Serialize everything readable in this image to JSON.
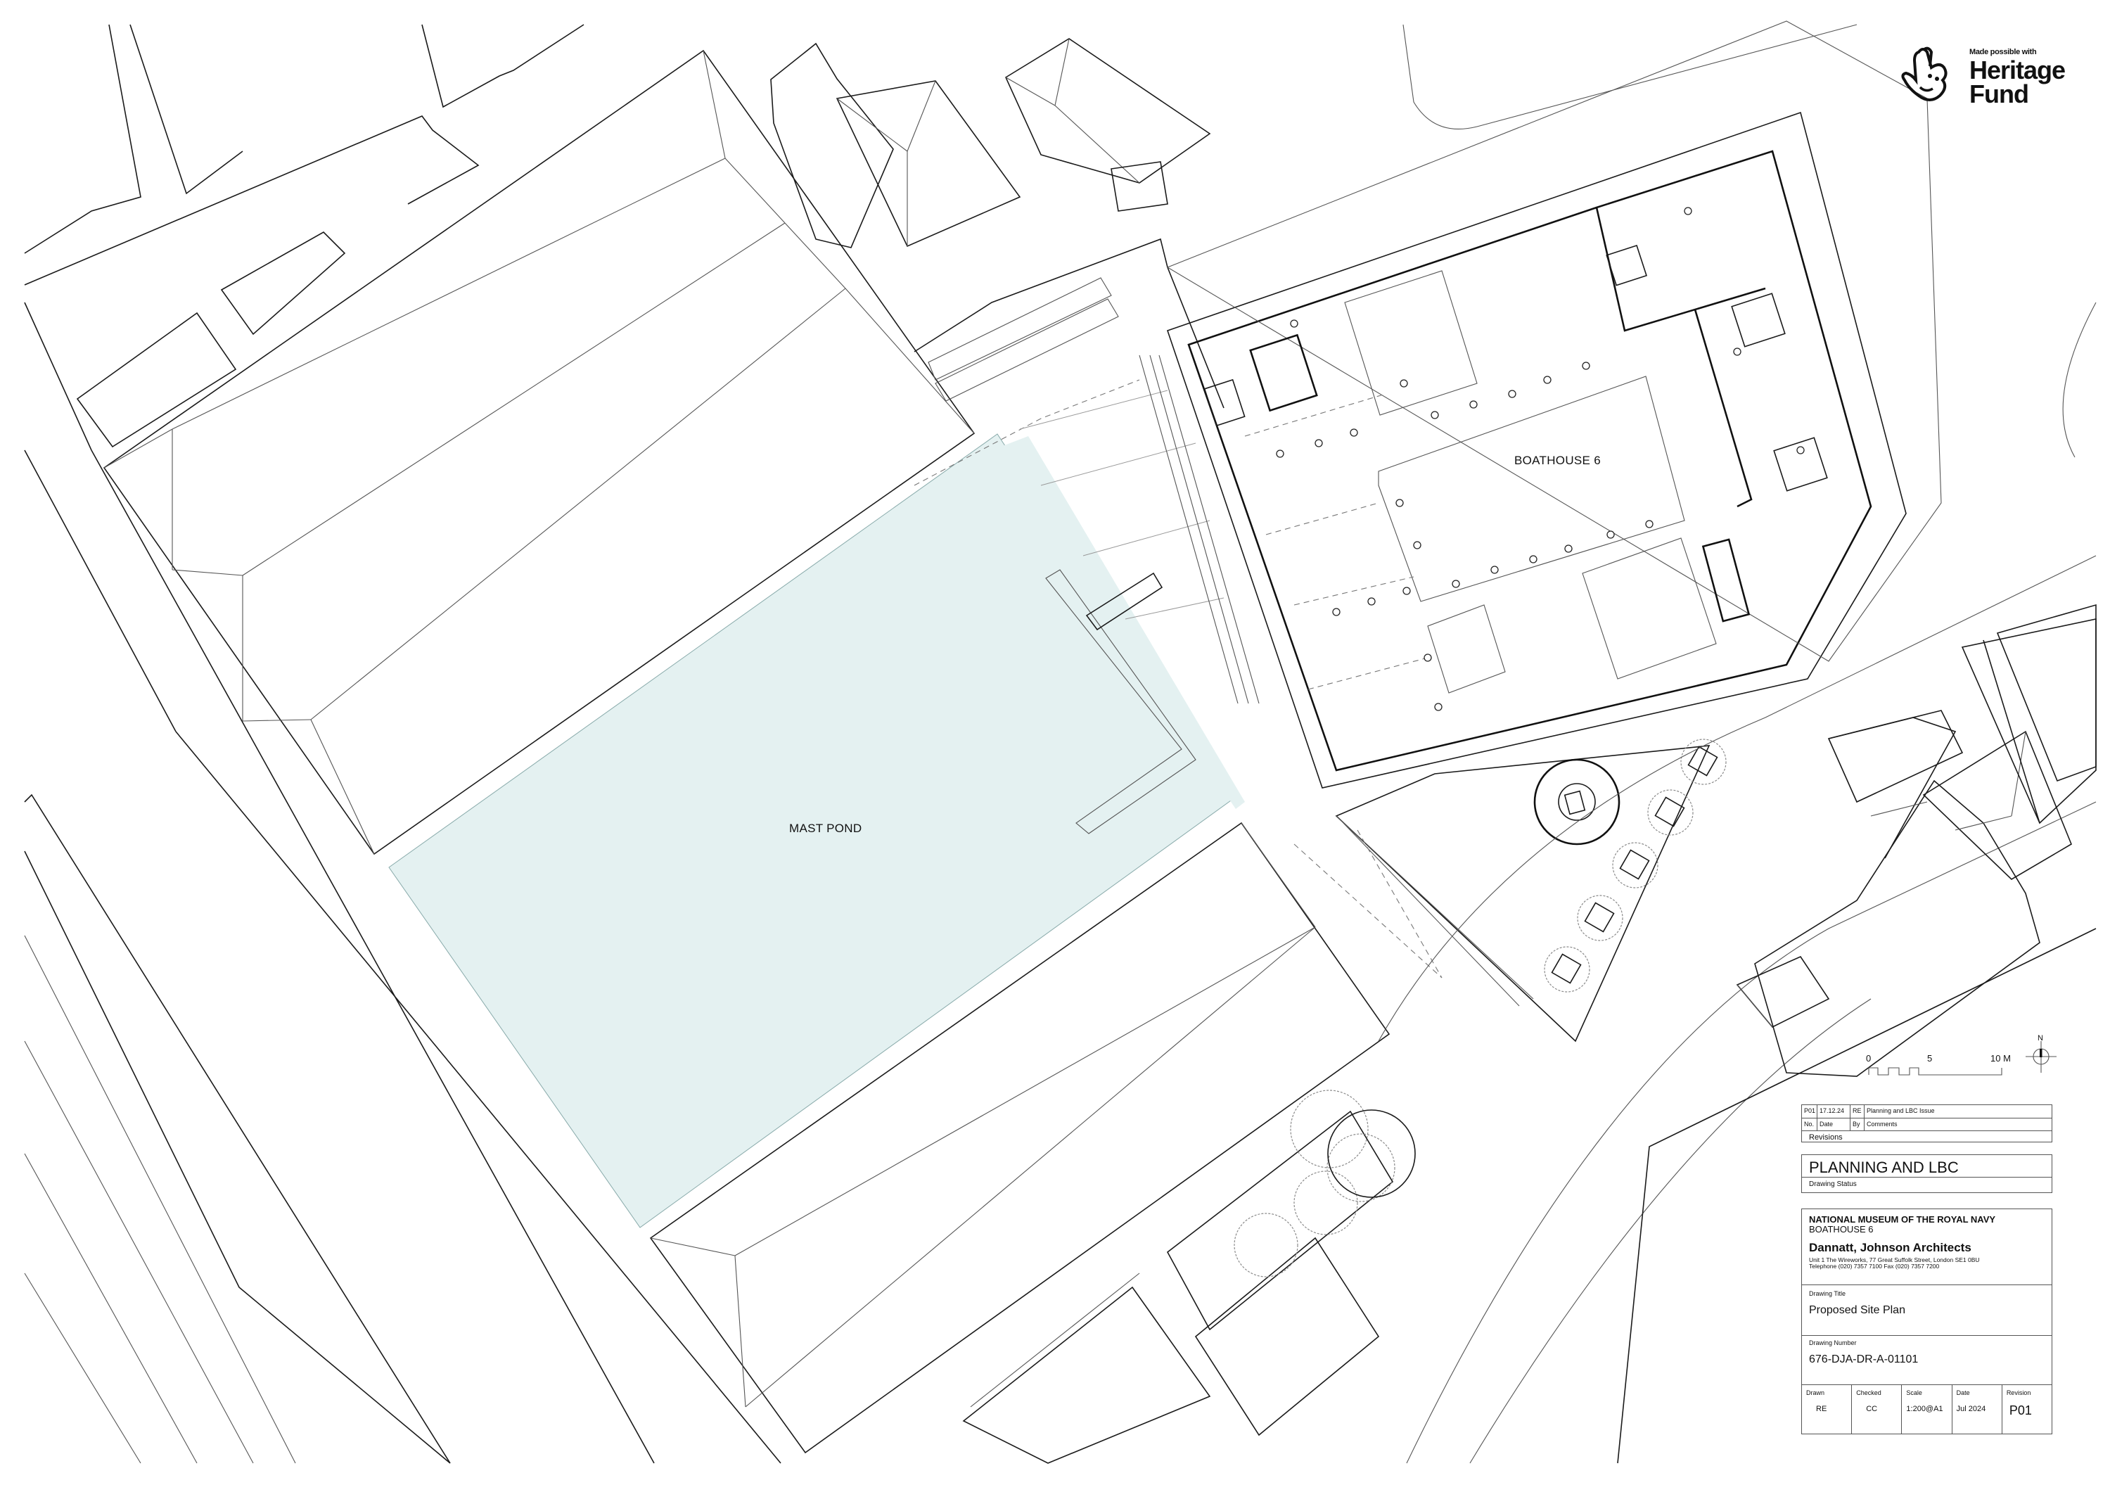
{
  "drawing": {
    "labels": {
      "mast_pond": "MAST POND",
      "boathouse": "BOATHOUSE 6"
    },
    "colors": {
      "pond_fill": "#e4f1f1",
      "line": "#1a1a1a",
      "background": "#ffffff"
    }
  },
  "logo": {
    "tagline": "Made possible with",
    "line1": "Heritage",
    "line2": "Fund",
    "icon": "crossed-fingers-icon"
  },
  "scale_bar": {
    "ticks": [
      "0",
      "5",
      "10 M"
    ],
    "north_label": "N",
    "icon": "north-arrow-icon"
  },
  "title_block": {
    "revisions": {
      "rows": [
        {
          "no": "P01",
          "date": "17.12.24",
          "by": "RE",
          "comments": "Planning and LBC Issue"
        }
      ],
      "headers": {
        "no": "No.",
        "date": "Date",
        "by": "By",
        "comments": "Comments"
      },
      "title": "Revisions"
    },
    "status": {
      "value": "PLANNING AND LBC",
      "label": "Drawing Status"
    },
    "client": {
      "name": "NATIONAL MUSEUM OF THE ROYAL NAVY",
      "project": "BOATHOUSE 6",
      "architect": "Dannatt, Johnson Architects",
      "address": "Unit 1 The Wireworks, 77 Great Suffolk Street, London SE1 0BU",
      "phone": "Telephone (020) 7357 7100 Fax (020) 7357 7200"
    },
    "drawing_title": {
      "label": "Drawing Title",
      "value": "Proposed Site Plan"
    },
    "drawing_number": {
      "label": "Drawing Number",
      "value": "676-DJA-DR-A-01101"
    },
    "meta": {
      "drawn_label": "Drawn",
      "drawn": "RE",
      "checked_label": "Checked",
      "checked": "CC",
      "scale_label": "Scale",
      "scale": "1:200@A1",
      "date_label": "Date",
      "date": "Jul 2024",
      "revision_label": "Revision",
      "revision": "P01"
    }
  }
}
